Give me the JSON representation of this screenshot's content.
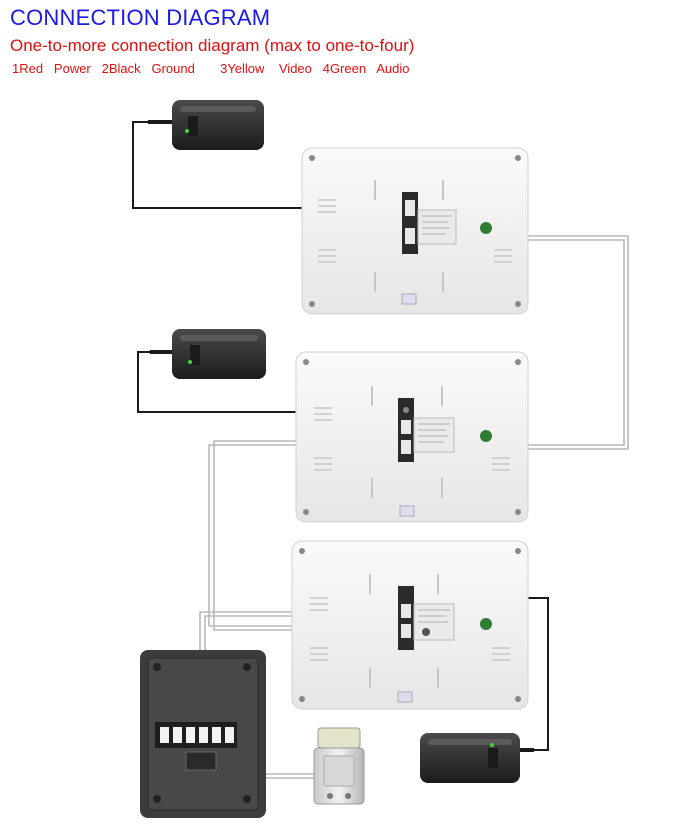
{
  "header": {
    "title": "CONNECTION DIAGRAM",
    "subtitle": "One-to-more connection diagram (max to one-to-four)",
    "legend": "1Red   Power   2Black   Ground       3Yellow    Video   4Green   Audio"
  },
  "colors": {
    "title": "#1a1ae6",
    "subtitle": "#e01010",
    "monitor_body": "#f3f3f3",
    "adapter_body": "#2a2a2a",
    "outdoor_unit": "#3c3c3e",
    "power_wire": "#1a1a1a",
    "signal_wire": "#b8b8b8"
  },
  "components": {
    "monitors": [
      "indoor-monitor-1",
      "indoor-monitor-2",
      "indoor-monitor-3"
    ],
    "adapters": [
      "power-adapter-1",
      "power-adapter-2",
      "power-adapter-3"
    ],
    "outdoor": "outdoor-camera-unit",
    "lock": "electric-lock"
  }
}
